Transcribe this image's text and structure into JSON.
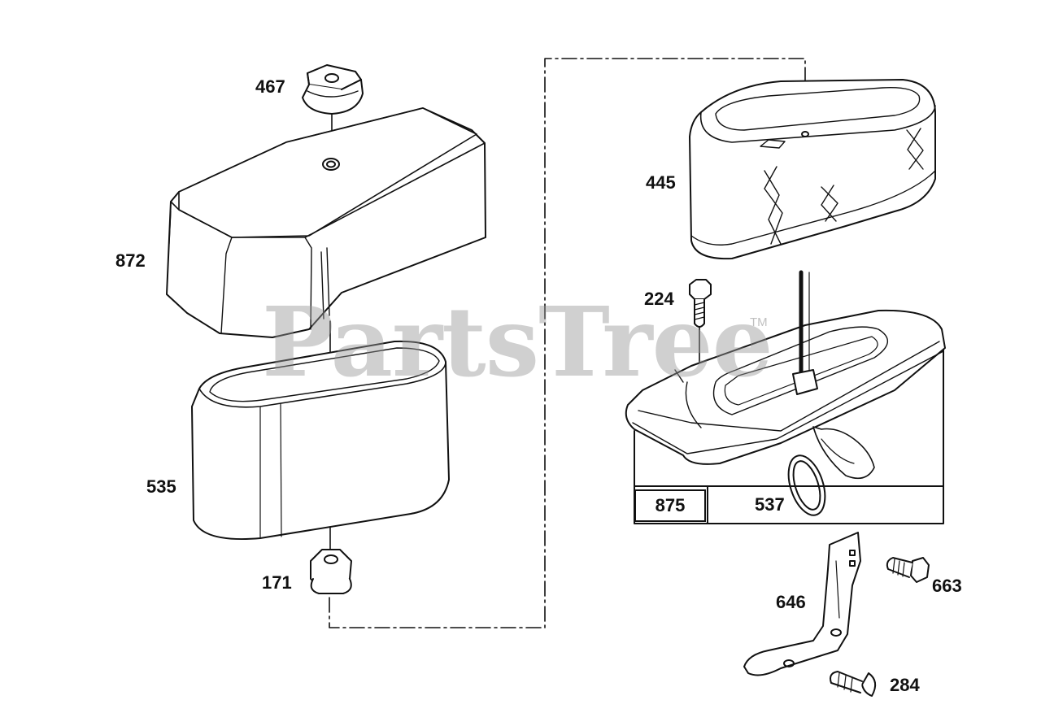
{
  "diagram": {
    "parts": {
      "p467": "467",
      "p872": "872",
      "p535": "535",
      "p171": "171",
      "p445": "445",
      "p224": "224",
      "p875": "875",
      "p537": "537",
      "p646": "646",
      "p663": "663",
      "p284": "284"
    },
    "watermark": "PartsTree",
    "trademark": "TM"
  },
  "colors": {
    "line": "#111111",
    "watermark": "#969696"
  }
}
